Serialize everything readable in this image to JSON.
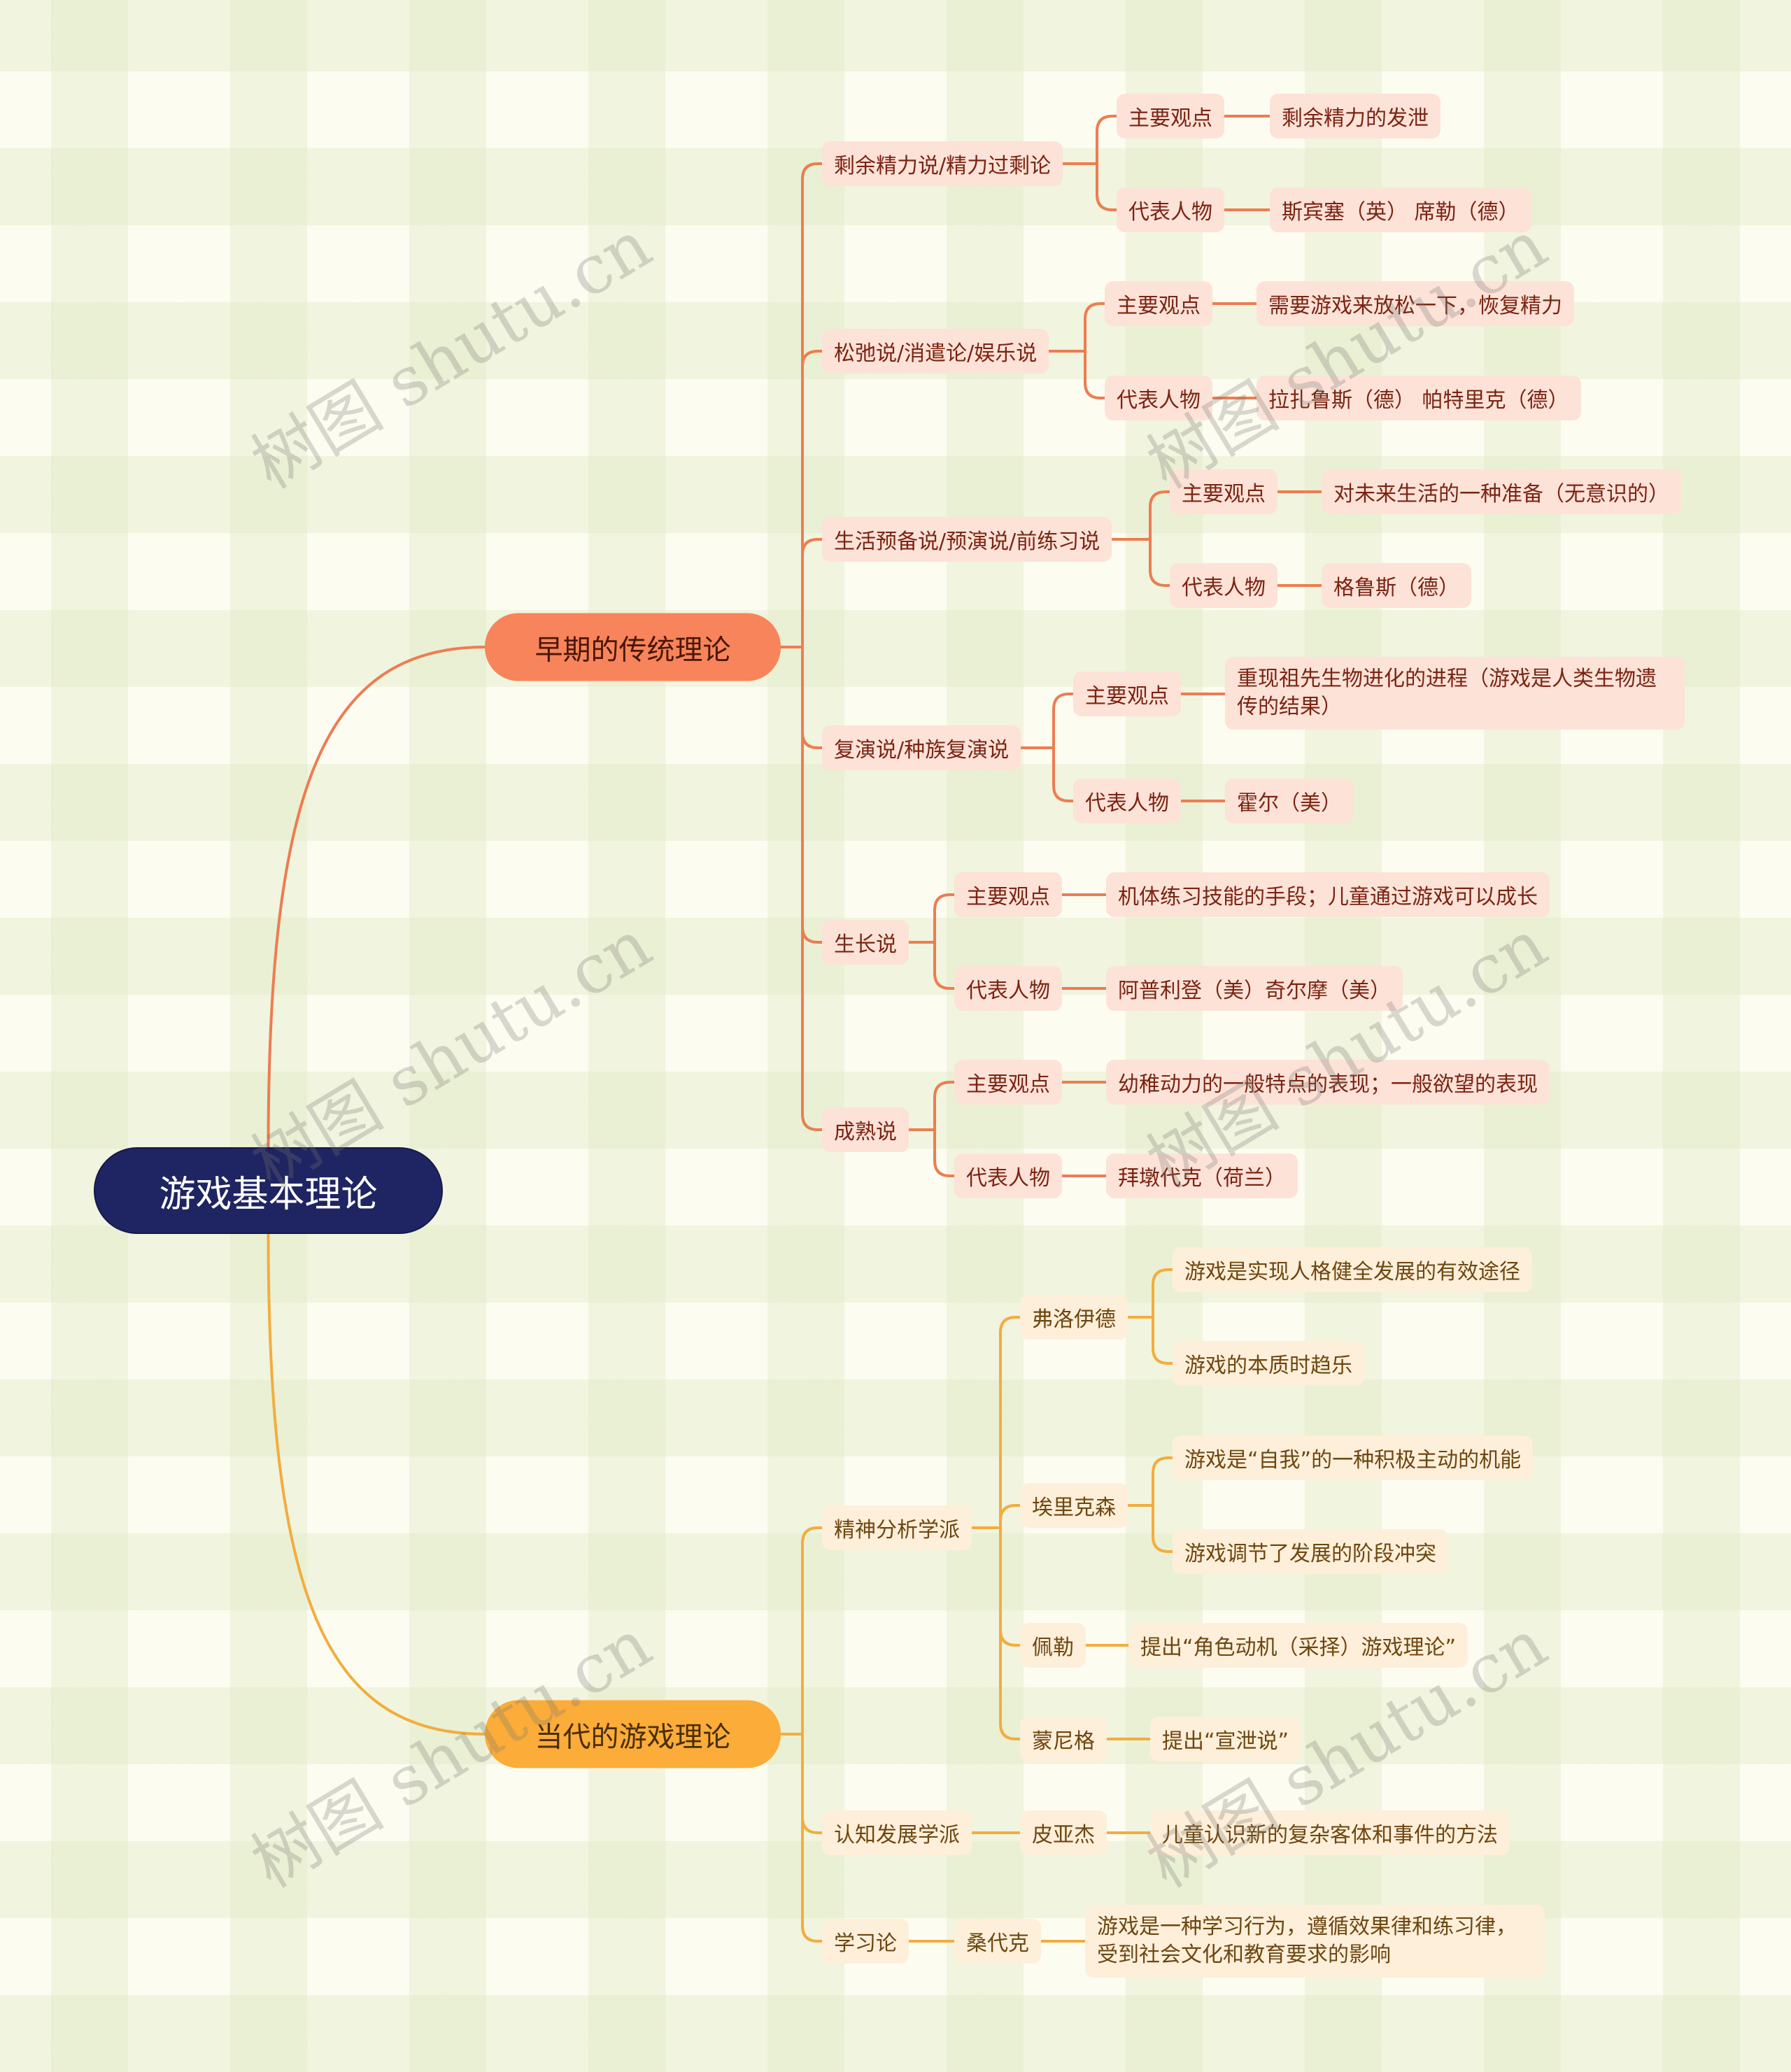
{
  "root": "游戏基本理论",
  "early": {
    "label": "早期的传统理论",
    "theories": [
      {
        "name": "剩余精力说/精力过剩论",
        "view_label": "主要观点",
        "view": "剩余精力的发泄",
        "people_label": "代表人物",
        "people": "斯宾塞（英） 席勒（德）"
      },
      {
        "name": "松弛说/消遣论/娱乐说",
        "view_label": "主要观点",
        "view": "需要游戏来放松一下，恢复精力",
        "people_label": "代表人物",
        "people": "拉扎鲁斯（德） 帕特里克（德）"
      },
      {
        "name": "生活预备说/预演说/前练习说",
        "view_label": "主要观点",
        "view": "对未来生活的一种准备（无意识的）",
        "people_label": "代表人物",
        "people": "格鲁斯（德）"
      },
      {
        "name": "复演说/种族复演说",
        "view_label": "主要观点",
        "view": "重现祖先生物进化的进程（游戏是人类生物遗传的结果）",
        "people_label": "代表人物",
        "people": "霍尔（美）"
      },
      {
        "name": "生长说",
        "view_label": "主要观点",
        "view": "机体练习技能的手段；儿童通过游戏可以成长",
        "people_label": "代表人物",
        "people": "阿普利登（美）奇尔摩（美）"
      },
      {
        "name": "成熟说",
        "view_label": "主要观点",
        "view": "幼稚动力的一般特点的表现；一般欲望的表现",
        "people_label": "代表人物",
        "people": "拜墩代克（荷兰）"
      }
    ]
  },
  "contemporary": {
    "label": "当代的游戏理论",
    "psycho": {
      "name": "精神分析学派",
      "freud": {
        "name": "弗洛伊德",
        "points": [
          "游戏是实现人格健全发展的有效途径",
          "游戏的本质时趋乐"
        ]
      },
      "erikson": {
        "name": "埃里克森",
        "points": [
          "游戏是“自我”的一种积极主动的机能",
          "游戏调节了发展的阶段冲突"
        ]
      },
      "peller": {
        "name": "佩勒",
        "point": "提出“角色动机（采择）游戏理论”"
      },
      "menninger": {
        "name": "蒙尼格",
        "point": "提出“宣泄说”"
      }
    },
    "cognitive": {
      "name": "认知发展学派",
      "person": "皮亚杰",
      "point": "儿童认识新的复杂客体和事件的方法"
    },
    "learning": {
      "name": "学习论",
      "person": "桑代克",
      "point": "游戏是一种学习行为，遵循效果律和练习律，受到社会文化和教育要求的影响"
    }
  },
  "watermark": "树图 shutu.cn",
  "colors": {
    "root": "#1f2462",
    "early": "#f7845a",
    "early_line": "#ec7d52",
    "contemporary": "#fbac39",
    "contemporary_line": "#f2ad3f"
  }
}
